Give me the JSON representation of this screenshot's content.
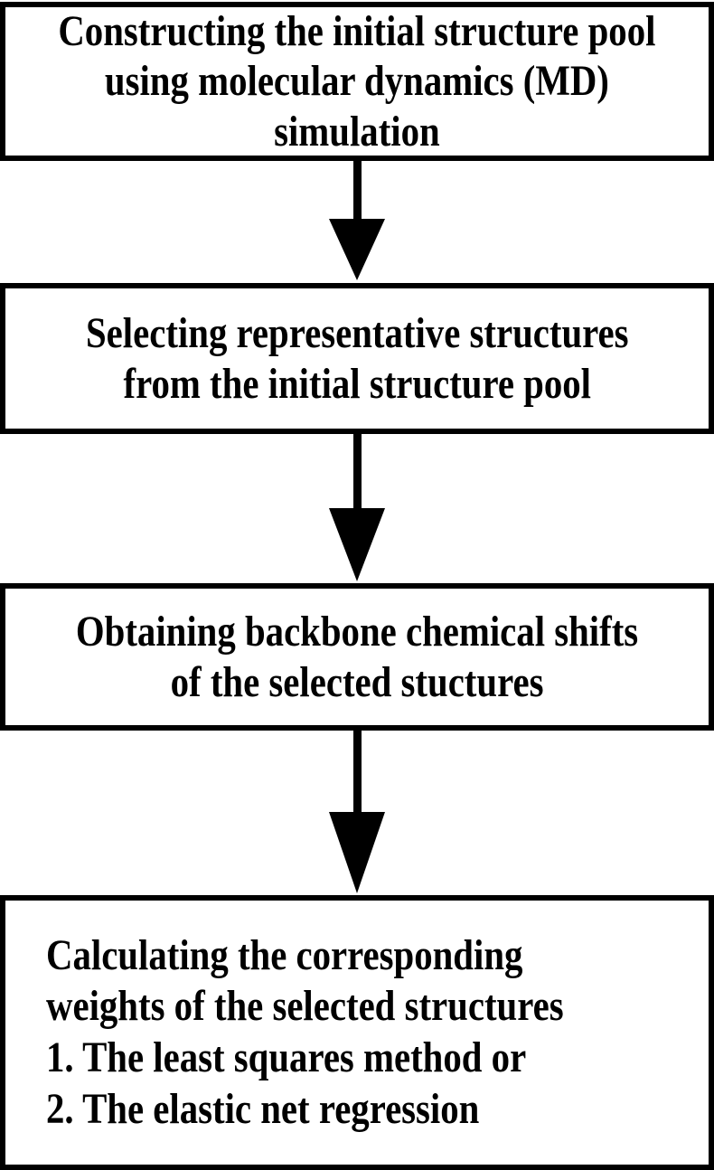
{
  "figure": {
    "type": "flowchart",
    "background_color": "#ffffff",
    "line_color": "#000000",
    "steps": [
      {
        "label": "Constructing the initial structure pool\nusing molecular dynamics (MD)\nsimulation"
      },
      {
        "label": "Selecting representative structures\nfrom the initial structure pool"
      },
      {
        "label": "Obtaining backbone chemical shifts\nof the selected stuctures"
      },
      {
        "label": "Calculating the corresponding\nweights of the selected structures\n1. The least squares method or\n2. The elastic net regression"
      }
    ],
    "connectors": [
      {
        "from": 1,
        "to": 2,
        "type": "arrow-down"
      },
      {
        "from": 2,
        "to": 3,
        "type": "arrow-down"
      },
      {
        "from": 3,
        "to": 4,
        "type": "arrow-down"
      }
    ]
  }
}
